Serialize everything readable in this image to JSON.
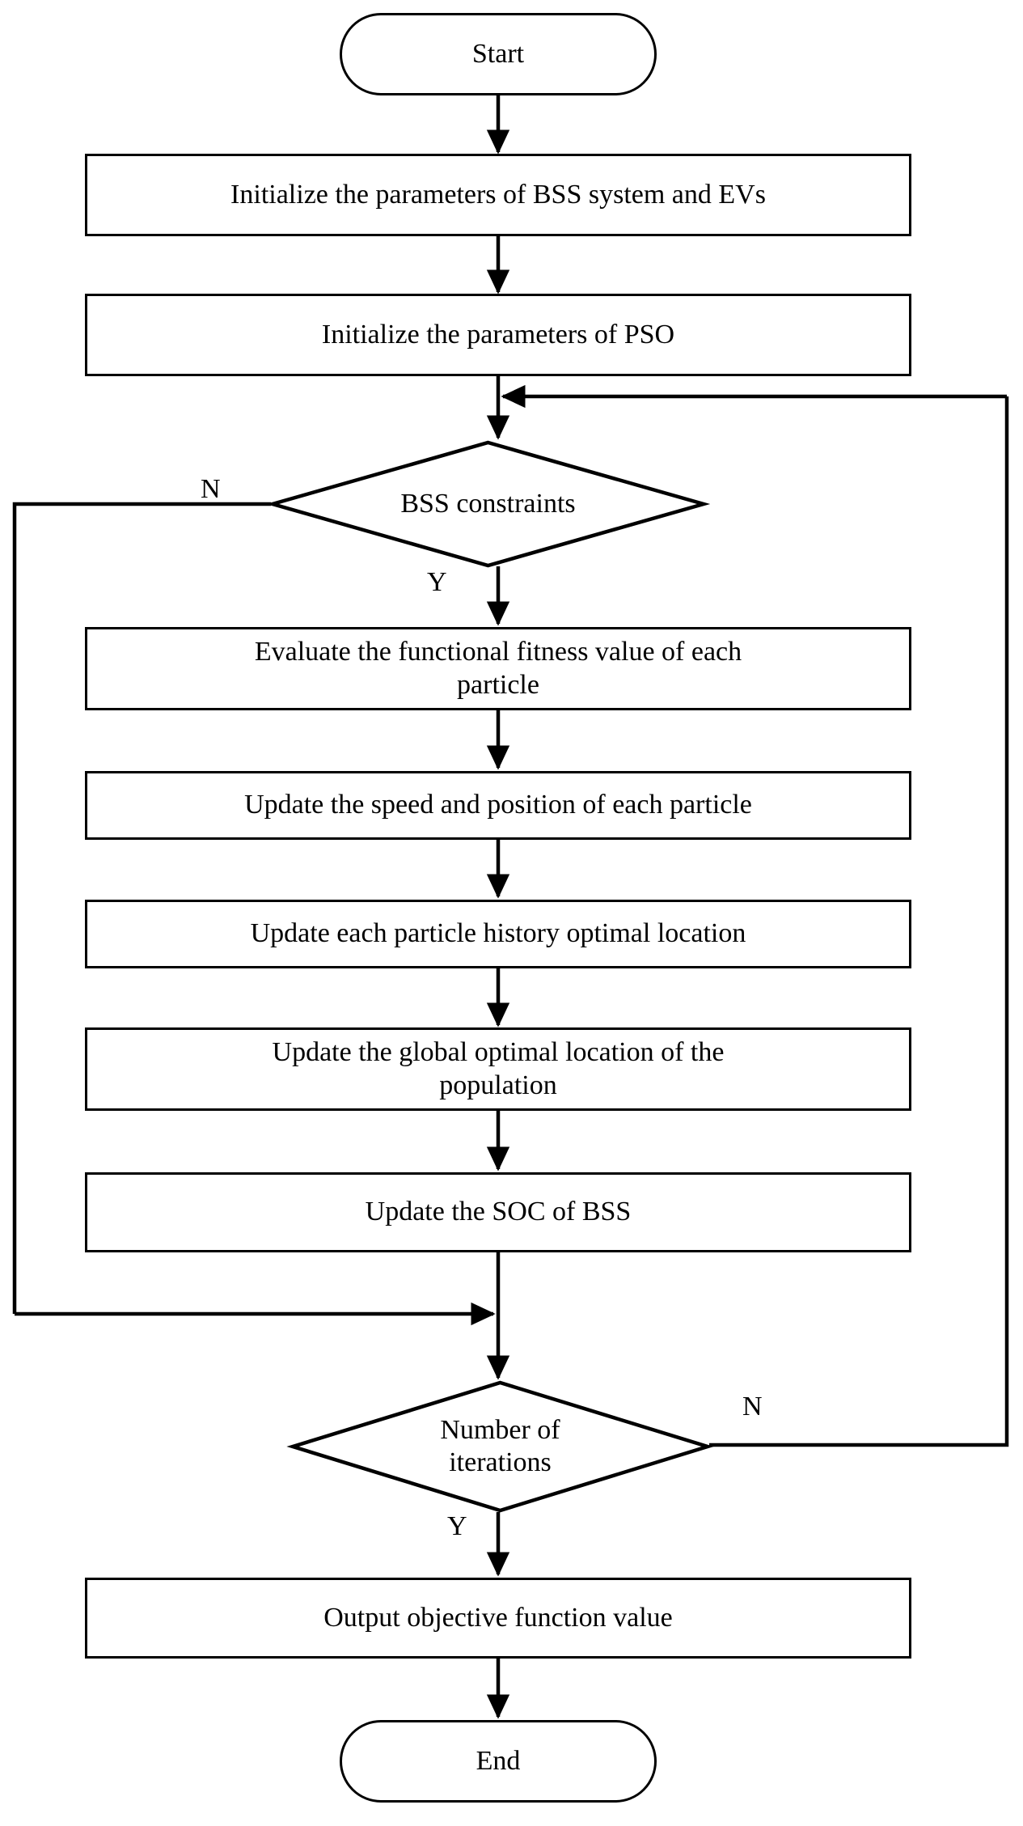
{
  "diagram": {
    "type": "flowchart",
    "title": "PSO optimization flowchart for BSS system",
    "colors": {
      "stroke": "#000000",
      "fill": "#ffffff",
      "text": "#000000"
    },
    "nodes": {
      "start": {
        "label": "Start",
        "shape": "terminator"
      },
      "init_bss": {
        "label": "Initialize the parameters of BSS system and EVs",
        "shape": "process"
      },
      "init_pso": {
        "label": "Initialize the parameters of PSO",
        "shape": "process"
      },
      "bss_constraints": {
        "label": "BSS  constraints",
        "shape": "decision"
      },
      "evaluate_fitness": {
        "label": "Evaluate the functional fitness value of each\nparticle",
        "shape": "process"
      },
      "update_speed": {
        "label": "Update the speed and position of each particle",
        "shape": "process"
      },
      "update_pbest": {
        "label": "Update each particle history optimal location",
        "shape": "process"
      },
      "update_gbest": {
        "label": "Update the global optimal location of the\npopulation",
        "shape": "process"
      },
      "update_soc": {
        "label": "Update the SOC of BSS",
        "shape": "process"
      },
      "iterations": {
        "label": "Number of\niterations",
        "shape": "decision"
      },
      "output": {
        "label": "Output objective function value",
        "shape": "process"
      },
      "end": {
        "label": "End",
        "shape": "terminator"
      }
    },
    "edge_labels": {
      "bss_no": "N",
      "bss_yes": "Y",
      "iter_no": "N",
      "iter_yes": "Y"
    }
  }
}
